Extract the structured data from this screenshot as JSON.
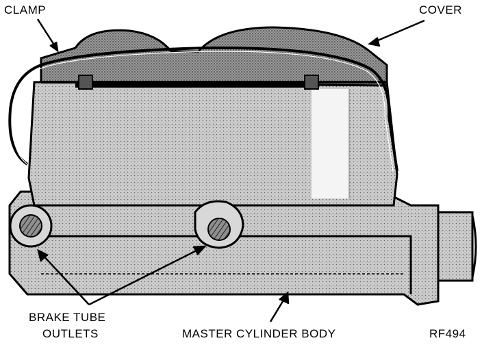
{
  "labels": {
    "clamp": "CLAMP",
    "cover": "COVER",
    "brake_tube_outlets_line1": "BRAKE TUBE",
    "brake_tube_outlets_line2": "OUTLETS",
    "master_cylinder_body": "MASTER CYLINDER BODY",
    "figure_code": "RF494"
  },
  "colors": {
    "ink": "#000000",
    "paper": "#ffffff",
    "body_shade": "#bdbdbd",
    "highlight": "#f4f4f4"
  }
}
